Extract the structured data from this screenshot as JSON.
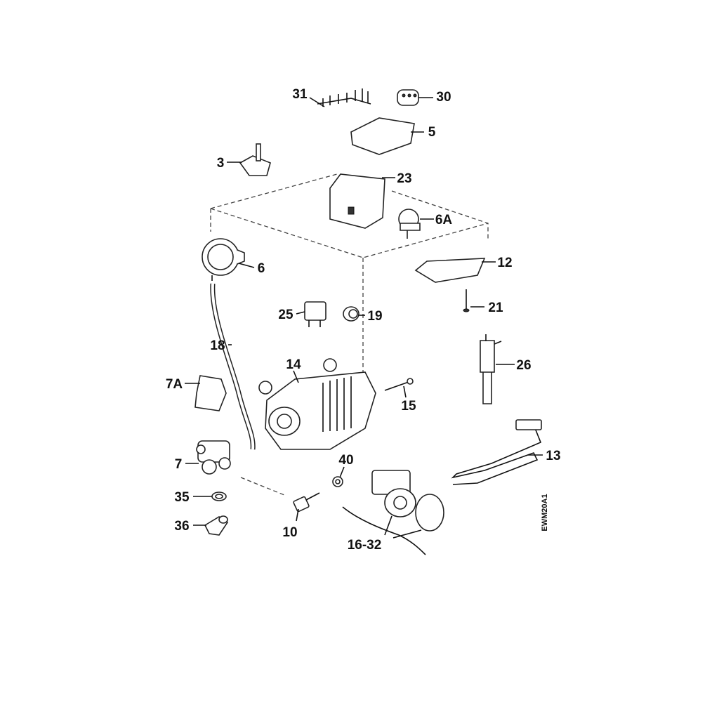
{
  "diagram": {
    "code": "EWM20A1",
    "labels": {
      "p31": "31",
      "p30": "30",
      "p5": "5",
      "p3": "3",
      "p23": "23",
      "p6A": "6A",
      "p6": "6",
      "p12": "12",
      "p21": "21",
      "p25": "25",
      "p19": "19",
      "p18": "18",
      "p14": "14",
      "p26": "26",
      "p7A": "7A",
      "p15": "15",
      "p13": "13",
      "p40": "40",
      "p7": "7",
      "p35": "35",
      "p10": "10",
      "p36": "36",
      "p16_32": "16-32"
    }
  }
}
